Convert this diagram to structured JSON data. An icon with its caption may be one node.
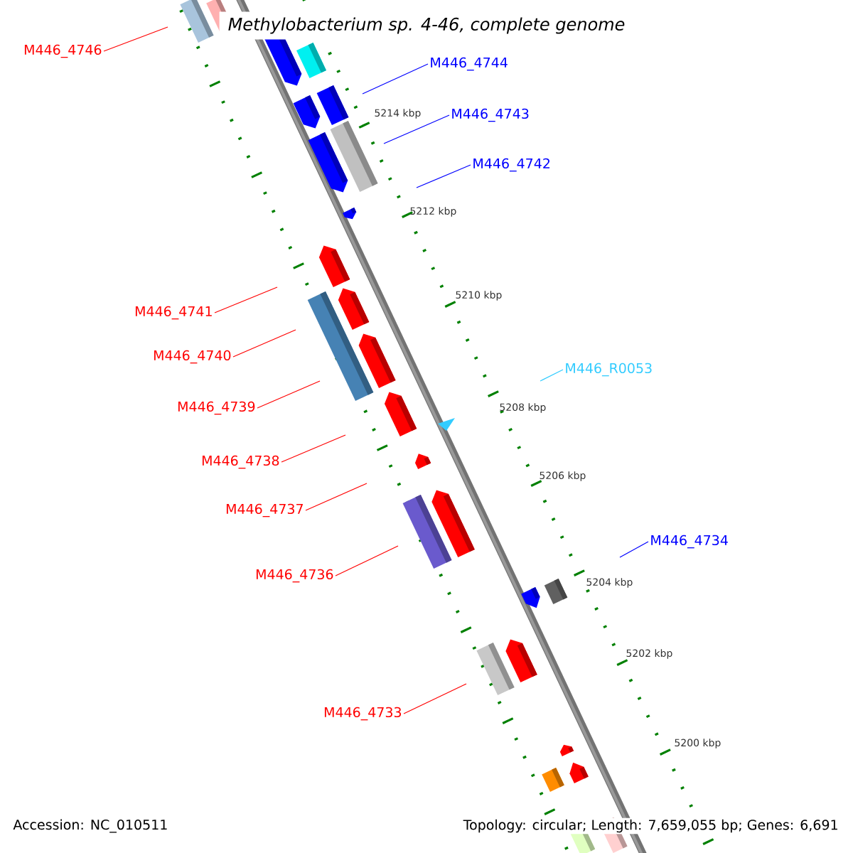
{
  "diagram": {
    "title": "Methylobacterium sp. 4-46, complete genome",
    "nodes": [
      {
        "text": [
          "M446_4746"
        ]
      },
      {
        "text": [
          "M446_4744"
        ]
      },
      {
        "text": [
          "M446_4743"
        ]
      },
      {
        "text": [
          "M446_4742"
        ]
      },
      {
        "text": [
          "M446_4741"
        ]
      },
      {
        "text": [
          "M446_4740"
        ]
      },
      {
        "text": [
          "M446_R0053"
        ]
      },
      {
        "text": [
          "M446_4739"
        ]
      },
      {
        "text": [
          "M446_4738"
        ]
      },
      {
        "text": [
          "M446_4737"
        ]
      },
      {
        "text": [
          "M446_4734"
        ]
      },
      {
        "text": [
          "M446_4736"
        ]
      },
      {
        "text": [
          "M446_4733"
        ]
      }
    ],
    "edges": [
      {
        "from": 0,
        "to": null,
        "arrow": "none"
      },
      {
        "from": 1,
        "to": null,
        "arrow": "none",
        "color": "#0000ff"
      },
      {
        "from": 2,
        "to": null,
        "arrow": "none",
        "color": "#0000ff"
      },
      {
        "from": 3,
        "to": null,
        "arrow": "none",
        "color": "#0000ff"
      },
      {
        "from": 4,
        "to": null,
        "arrow": "none"
      },
      {
        "from": 5,
        "to": null,
        "arrow": "none"
      },
      {
        "from": 6,
        "to": null,
        "arrow": "none",
        "color": "#33ccff"
      },
      {
        "from": 7,
        "to": null,
        "arrow": "none"
      },
      {
        "from": 8,
        "to": null,
        "arrow": "none"
      },
      {
        "from": 9,
        "to": null,
        "arrow": "none"
      },
      {
        "from": 10,
        "to": null,
        "arrow": "none",
        "color": "#0000ff"
      },
      {
        "from": 11,
        "to": null,
        "arrow": "none"
      },
      {
        "from": 12,
        "to": null,
        "arrow": "none"
      }
    ],
    "labels": [
      "5214 kbp",
      "5212 kbp",
      "5210 kbp",
      "5208 kbp",
      "5206 kbp",
      "5204 kbp",
      "5202 kbp",
      "5200 kbp",
      "Accession: NC_010511",
      "Topology: circular; Length: 7,659,055 bp; Genes: 6,691"
    ]
  }
}
